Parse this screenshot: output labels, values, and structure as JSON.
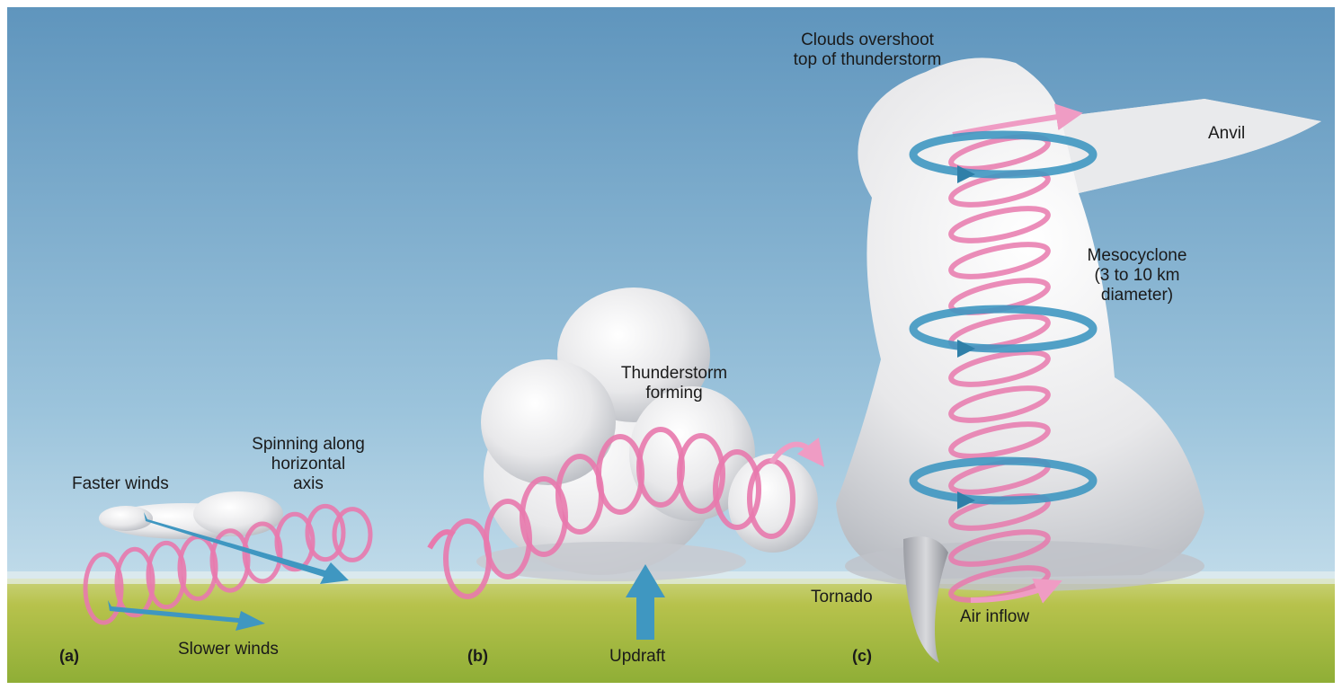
{
  "panels": {
    "a": {
      "tag": "(a)",
      "faster_winds": "Faster winds",
      "slower_winds": "Slower winds",
      "spinning": [
        "Spinning along",
        "horizontal",
        "axis"
      ]
    },
    "b": {
      "tag": "(b)",
      "thunderstorm_forming": [
        "Thunderstorm",
        "forming"
      ],
      "updraft": "Updraft"
    },
    "c": {
      "tag": "(c)",
      "overshoot": [
        "Clouds overshoot",
        "top of thunderstorm"
      ],
      "anvil": "Anvil",
      "mesocyclone": [
        "Mesocyclone",
        "(3 to 10 km",
        "diameter)"
      ],
      "tornado": "Tornado",
      "air_inflow": "Air inflow"
    }
  },
  "colors": {
    "sky_top": "#5f95bd",
    "sky_bottom": "#cfe4ef",
    "ground": "#b6c44a",
    "helix": "#e879ad",
    "wind_arrow": "#3f97c1",
    "cloud": "#eeeeee"
  }
}
